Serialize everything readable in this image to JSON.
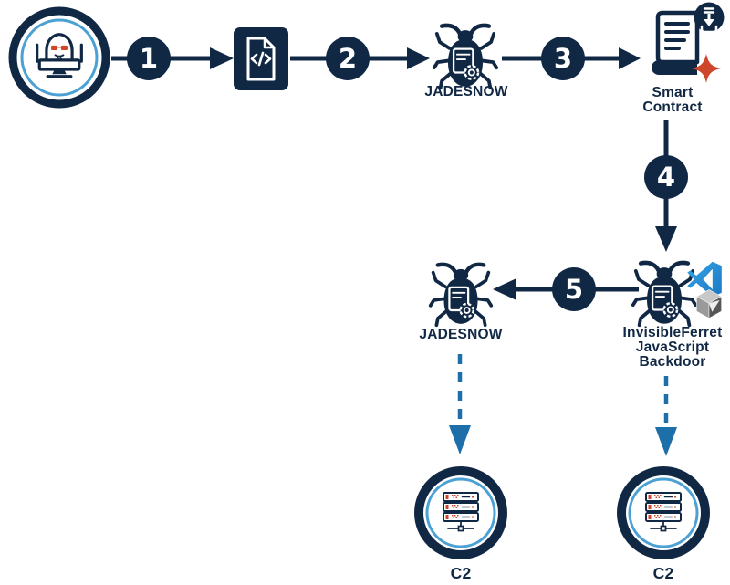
{
  "steps": [
    {
      "number": "1"
    },
    {
      "number": "2"
    },
    {
      "number": "3"
    },
    {
      "number": "4"
    },
    {
      "number": "5"
    }
  ],
  "nodes": {
    "threat_actor": {
      "icon": "hacker-icon"
    },
    "code_file": {
      "icon": "code-file-icon"
    },
    "jadesnow_top": {
      "label": "JADESNOW"
    },
    "smart_contract": {
      "label": [
        "Smart",
        "Contract"
      ]
    },
    "invisible_ferret": {
      "label": [
        "InvisibleFerret",
        "JavaScript",
        "Backdoor"
      ]
    },
    "jadesnow_left": {
      "label": "JADESNOW"
    },
    "c2_left": {
      "label": "C2"
    },
    "c2_right": {
      "label": "C2"
    }
  },
  "colors": {
    "navy": "#112845",
    "steel_blue": "#1C6FA9",
    "light_blue": "#4BA0D4",
    "accent_red": "#CE472B",
    "vscode_blue": "#2292DA"
  }
}
